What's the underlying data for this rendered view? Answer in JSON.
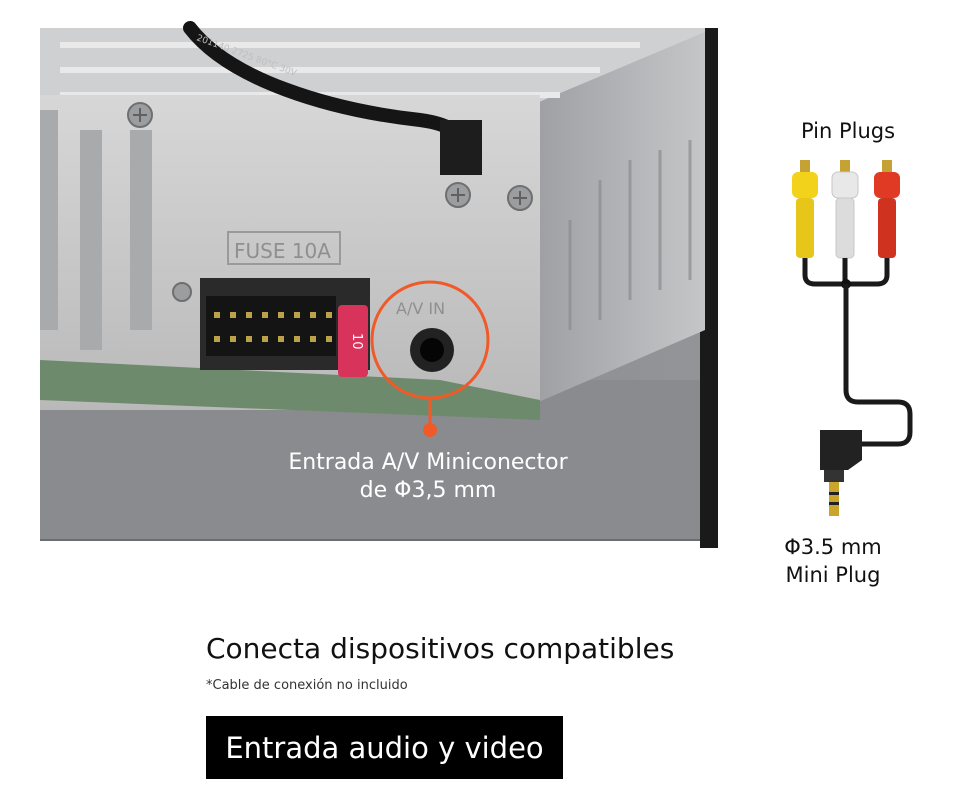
{
  "callout": {
    "line1": "Entrada A/V Miniconector",
    "line2": "de Φ3,5 mm"
  },
  "unit_markings": {
    "fuse": "FUSE 10A",
    "av_in": "A/V IN",
    "fuse_value": "10"
  },
  "cable": {
    "pin_plugs_label": "Pin Plugs",
    "mini_plug_line1": "Φ3.5 mm",
    "mini_plug_line2": "Mini Plug",
    "plug_colors": [
      "#f2d21b",
      "#e8e8e8",
      "#e03a25"
    ]
  },
  "accent_color": "#f05a28",
  "headline": "Conecta dispositivos compatibles",
  "note": "*Cable de conexión no incluido",
  "banner_label": "Entrada audio y video"
}
